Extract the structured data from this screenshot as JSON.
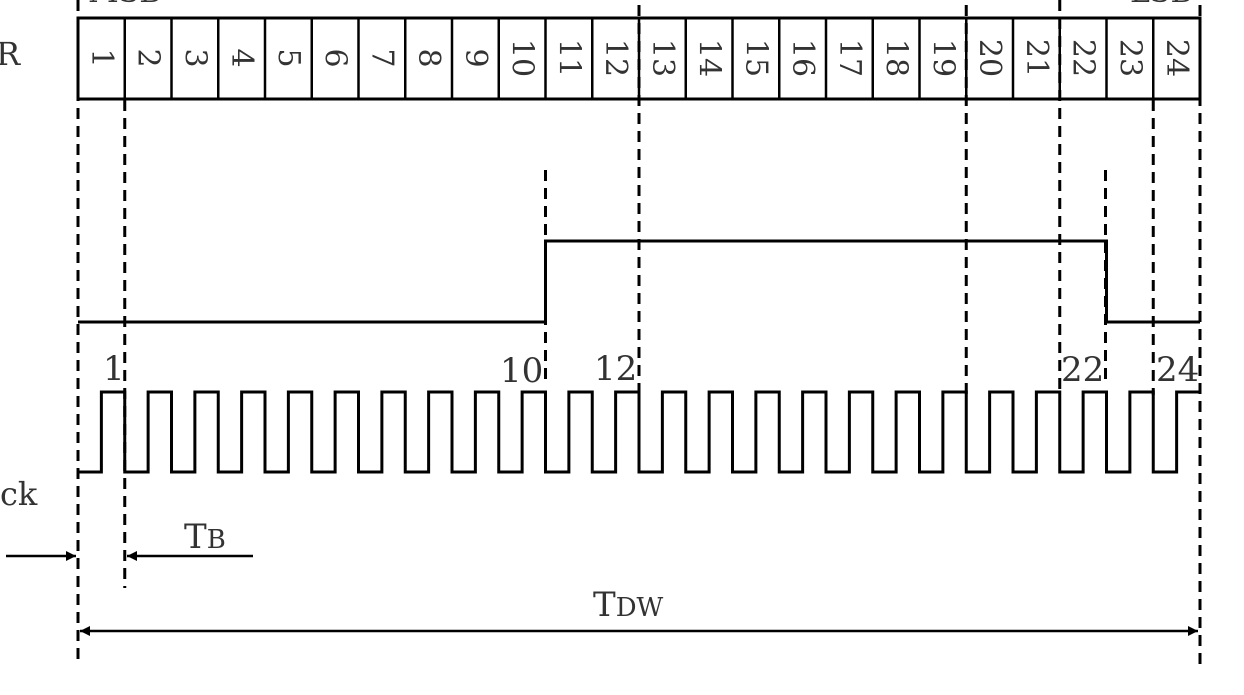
{
  "register": {
    "left_label": "R",
    "msb_label": "MSB",
    "lsb_label": "LSB",
    "cells": [
      "1",
      "2",
      "3",
      "4",
      "5",
      "6",
      "7",
      "8",
      "9",
      "10",
      "11",
      "12",
      "13",
      "14",
      "15",
      "16",
      "17",
      "18",
      "19",
      "20",
      "21",
      "22",
      "23",
      "24"
    ]
  },
  "signal": {
    "pulse_labels": [
      "1",
      "10",
      "12",
      "22",
      "24"
    ],
    "high_start_bit": 11,
    "high_end_bit": 22
  },
  "clock": {
    "label": "ck",
    "cycles": 24
  },
  "timing": {
    "tb_main": "T",
    "tb_sub": "B",
    "tdw_main": "T",
    "tdw_sub": "DW"
  },
  "colors": {
    "line": "#000000",
    "text": "#333333"
  }
}
